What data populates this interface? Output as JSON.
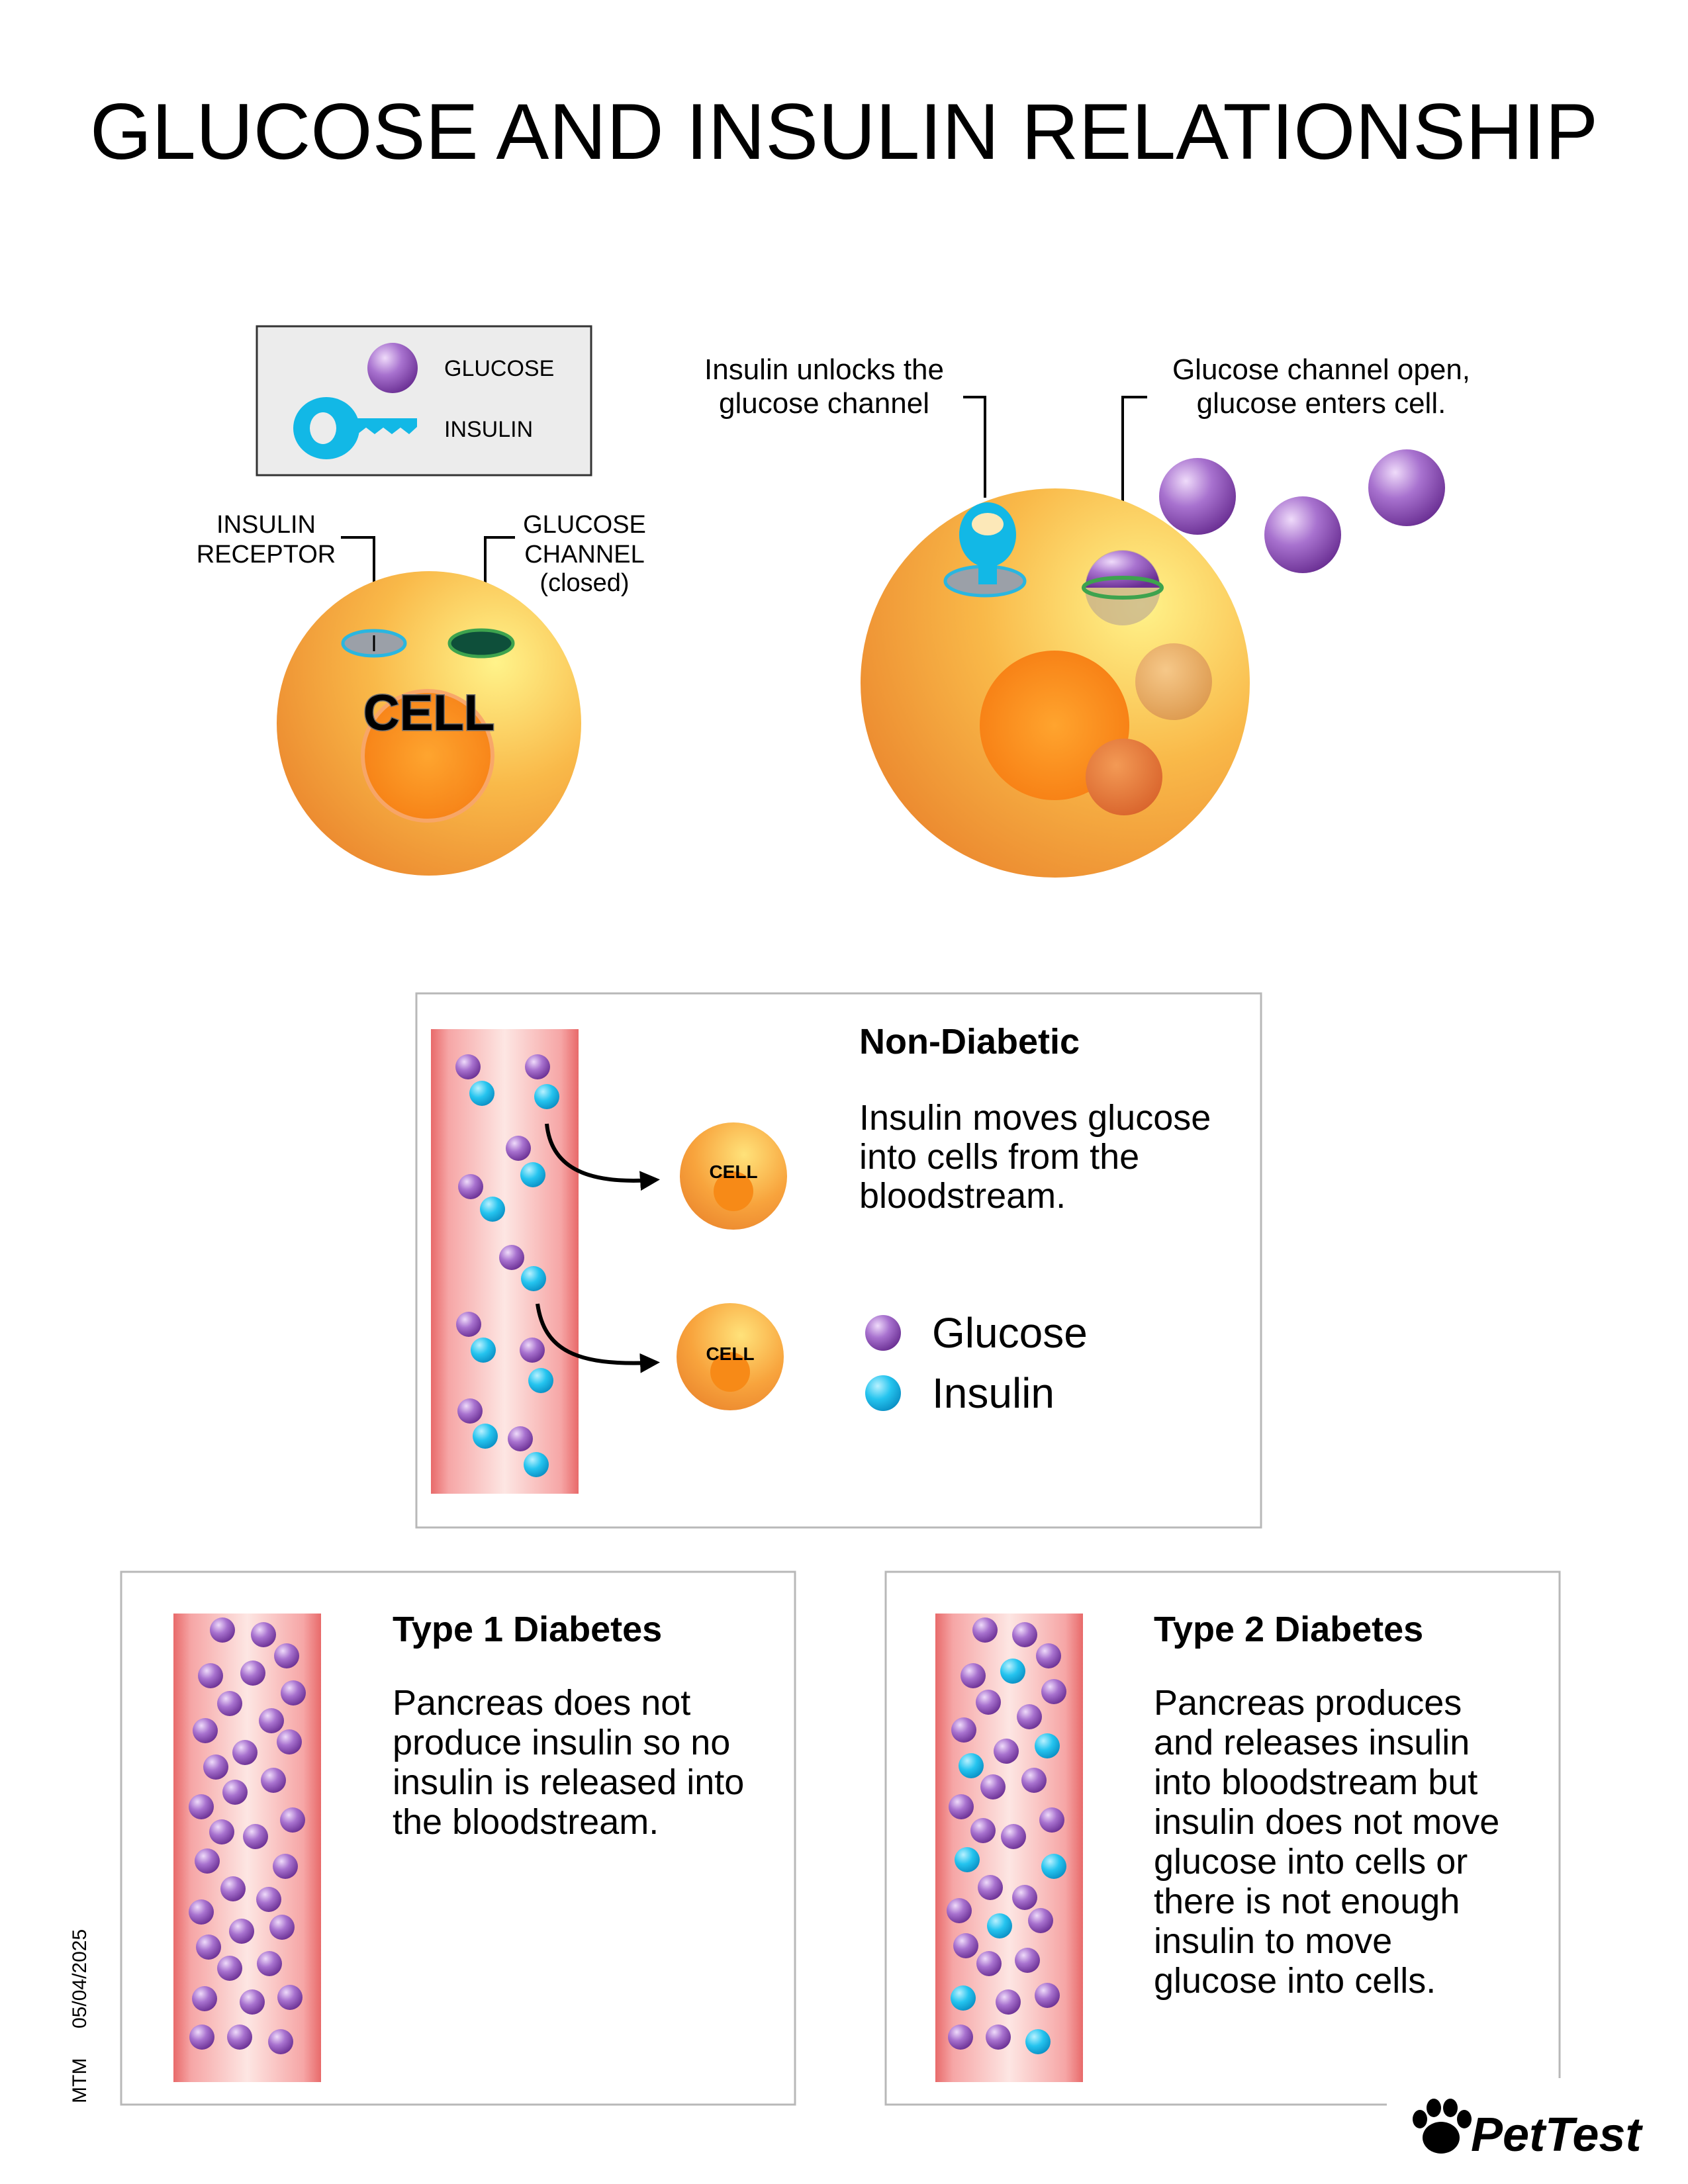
{
  "title": "GLUCOSE AND INSULIN RELATIONSHIP",
  "legend_top": {
    "glucose": "GLUCOSE",
    "insulin": "INSULIN"
  },
  "left_cell": {
    "receptor_label": [
      "INSULIN",
      "RECEPTOR"
    ],
    "channel_label": [
      "GLUCOSE",
      "CHANNEL",
      "(closed)"
    ],
    "cell_label": "CELL"
  },
  "right_cell": {
    "unlock_label": [
      "Insulin unlocks the",
      "glucose channel"
    ],
    "open_label": [
      "Glucose channel open,",
      "glucose enters cell."
    ]
  },
  "non_diabetic": {
    "heading": "Non-Diabetic",
    "body": [
      "Insulin moves glucose",
      "into cells from the",
      "bloodstream."
    ],
    "cell_label": "CELL",
    "legend": {
      "glucose": "Glucose",
      "insulin": "Insulin"
    }
  },
  "type1": {
    "heading": "Type 1 Diabetes",
    "body": [
      "Pancreas does not",
      "produce insulin so no",
      "insulin is released into",
      "the bloodstream."
    ]
  },
  "type2": {
    "heading": "Type 2 Diabetes",
    "body": [
      "Pancreas produces",
      "and releases insulin",
      "into bloodstream but",
      "insulin does not move",
      "glucose into cells or",
      "there is not enough",
      "insulin to move",
      "glucose into cells."
    ]
  },
  "footer": {
    "author": "MTM",
    "date": "05/04/2025",
    "brand": "PetTest"
  },
  "colors": {
    "glucose": "#8e4fb0",
    "insulin": "#12b8e6",
    "cell": "#f39a2e",
    "vessel": "#f4a7a7",
    "channel": "#0e4f3a"
  }
}
